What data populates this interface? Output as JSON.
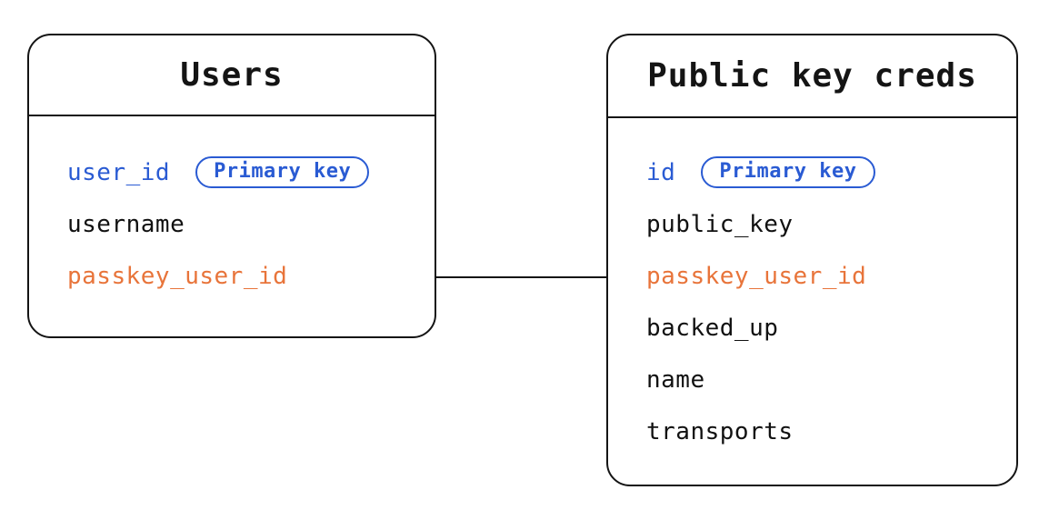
{
  "diagram": {
    "type": "entity-relationship",
    "colors": {
      "blue": "#2a5bd3",
      "orange": "#e8743a",
      "text": "#111111",
      "line": "#141414",
      "background": "#ffffff"
    },
    "tables": [
      {
        "title": "Users",
        "fields": [
          {
            "name": "user_id",
            "color": "blue",
            "badge": "Primary key"
          },
          {
            "name": "username",
            "color": "text"
          },
          {
            "name": "passkey_user_id",
            "color": "orange"
          }
        ]
      },
      {
        "title": "Public key creds",
        "fields": [
          {
            "name": "id",
            "color": "blue",
            "badge": "Primary key"
          },
          {
            "name": "public_key",
            "color": "text"
          },
          {
            "name": "passkey_user_id",
            "color": "orange"
          },
          {
            "name": "backed_up",
            "color": "text"
          },
          {
            "name": "name",
            "color": "text"
          },
          {
            "name": "transports",
            "color": "text"
          }
        ]
      }
    ],
    "relationship": {
      "from_table": "Users",
      "from_field": "passkey_user_id",
      "to_table": "Public key creds",
      "to_field": "passkey_user_id"
    }
  }
}
